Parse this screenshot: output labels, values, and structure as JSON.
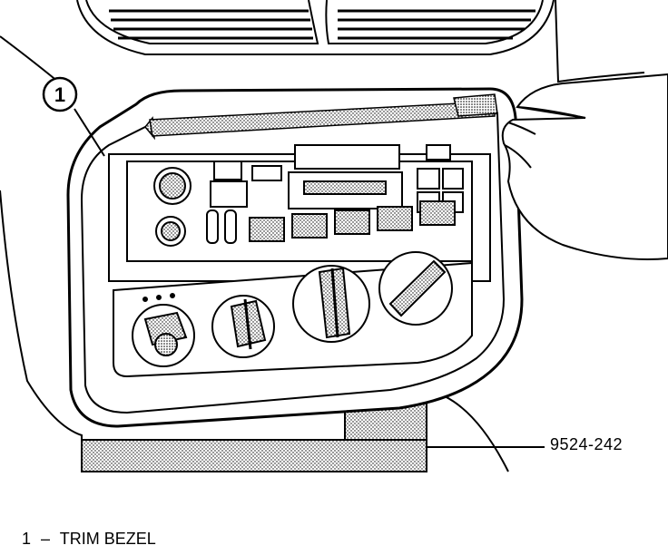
{
  "figure": {
    "callout": "1",
    "figure_id": "9524-242"
  },
  "legend": [
    {
      "number": "1",
      "dash": "–",
      "label": "TRIM BEZEL"
    }
  ]
}
